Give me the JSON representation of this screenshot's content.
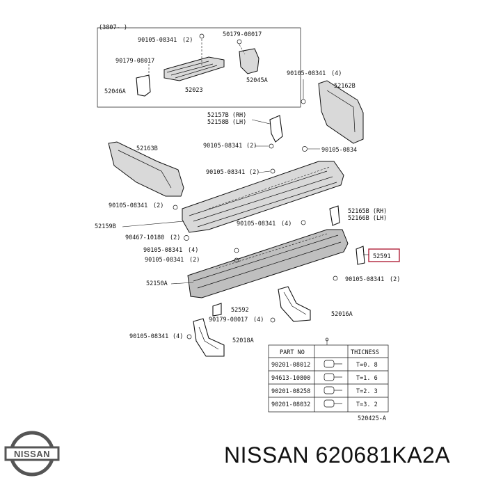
{
  "diagram": {
    "box_label": "(3807-      )",
    "callouts": {
      "c1": "90105-08341",
      "c1q": "(2)",
      "c2": "50179-08017",
      "c3": "90179-08017",
      "c4": "52023",
      "c5": "52046A",
      "c6": "52045A",
      "c7": "90105-08341",
      "c7q": "(4)",
      "c8": "52162B",
      "c9": "52157B (RH)",
      "c10": "52158B (LH)",
      "c11": "90105-08341",
      "c11q": "(2)",
      "c12": "90105-0834",
      "c13": "52163B",
      "c14": "90105-08341",
      "c14q": "(2)",
      "c15": "90105-08341",
      "c15q": "(2)",
      "c16": "52159B",
      "c17": "90467-10180",
      "c17q": "(2)",
      "c18": "52165B (RH)",
      "c19": "52166B (LH)",
      "c20": "90105-08341",
      "c20q": "(4)",
      "c21": "90105-08341",
      "c21q": "(4)",
      "c22": "90105-08341",
      "c22q": "(2)",
      "c23": "52591",
      "c24": "52150A",
      "c25": "90105-08341",
      "c25q": "(2)",
      "c26": "52592",
      "c27": "90179-08017",
      "c27q": "(4)",
      "c28": "52016A",
      "c29": "90105-08341",
      "c29q": "(4)",
      "c30": "52018A",
      "footer_code": "520425-A"
    },
    "table": {
      "headers": [
        "PART NO",
        "THICNESS"
      ],
      "rows": [
        {
          "part": "90201-08012",
          "thickness": "T=0. 8"
        },
        {
          "part": "94613-10800",
          "thickness": "T=1. 6"
        },
        {
          "part": "90201-08258",
          "thickness": "T=2. 3"
        },
        {
          "part": "90201-08032",
          "thickness": "T=3. 2"
        }
      ]
    }
  },
  "brand": {
    "logo_text": "NISSAN",
    "title": "NISSAN 620681KA2A"
  },
  "colors": {
    "highlight": "#b0213a",
    "ink": "#111111"
  }
}
